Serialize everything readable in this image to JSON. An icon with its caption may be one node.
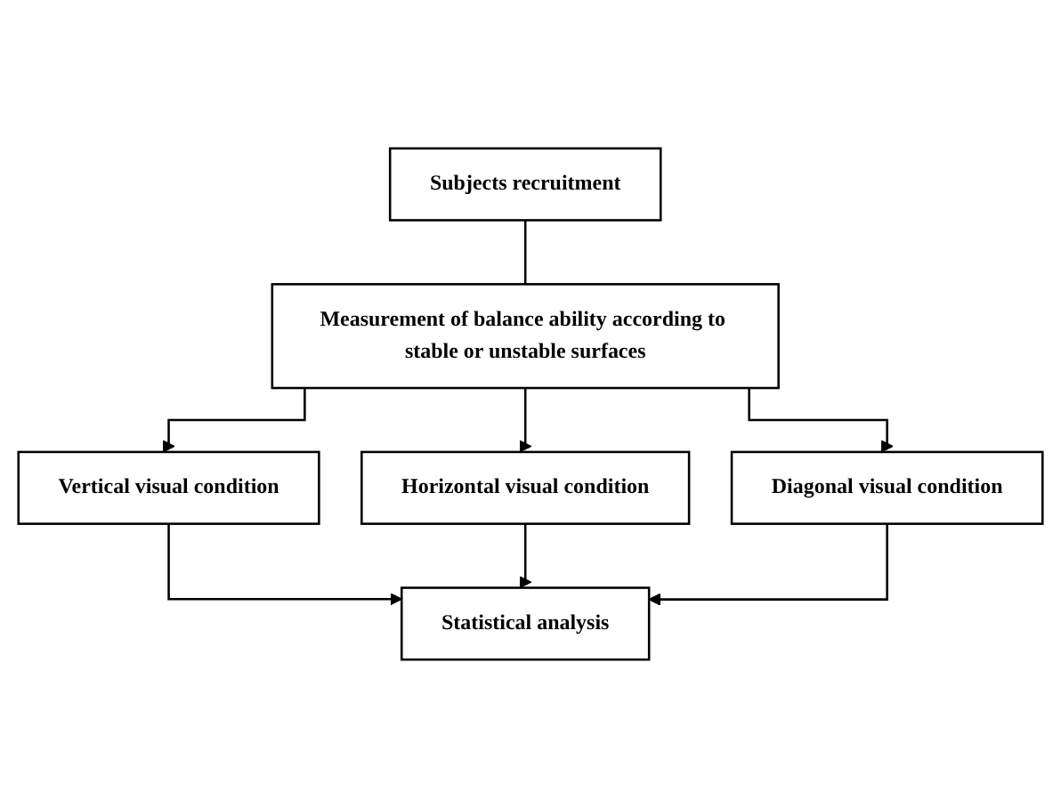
{
  "diagram": {
    "nodes": [
      {
        "text": [
          "Subjects recruitment"
        ]
      },
      {
        "text": [
          "Measurement of balance ability according to stable or unstable surfaces"
        ]
      },
      {
        "text": [
          "Vertical visual condition"
        ]
      },
      {
        "text": [
          "Horizontal visual condition"
        ]
      },
      {
        "text": [
          "Diagonal visual condition"
        ]
      },
      {
        "text": [
          "Statistical analysis"
        ]
      }
    ],
    "edges": [
      {
        "from": 0,
        "to": 1,
        "arrow": "none"
      },
      {
        "from": 1,
        "to": 2,
        "arrow": "to"
      },
      {
        "from": 1,
        "to": 3,
        "arrow": "to"
      },
      {
        "from": 1,
        "to": 4,
        "arrow": "to"
      },
      {
        "from": 2,
        "to": 5,
        "arrow": "to"
      },
      {
        "from": 3,
        "to": 5,
        "arrow": "to"
      },
      {
        "from": 4,
        "to": 5,
        "arrow": "to"
      }
    ]
  }
}
